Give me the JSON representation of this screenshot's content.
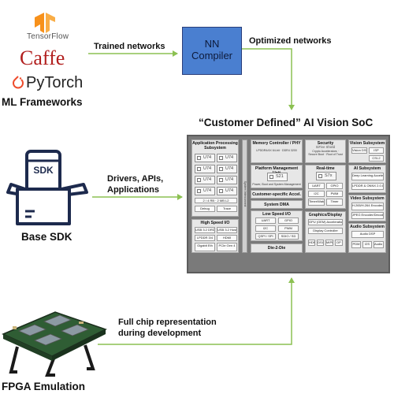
{
  "frameworks": {
    "tensorflow": "TensorFlow",
    "caffe": "Caffe",
    "pytorch": "PyTorch",
    "caption": "ML Frameworks"
  },
  "edges": {
    "trained": "Trained networks",
    "optimized": "Optimized networks",
    "drivers_lines": [
      "Drivers, APIs,",
      "Applications"
    ],
    "fullchip_lines": [
      "Full chip representation",
      "during development"
    ]
  },
  "compiler_lines": [
    "NN",
    "Compiler"
  ],
  "soc": {
    "title": "“Customer Defined” AI Vision SoC",
    "app_proc": {
      "title": "Application Processing",
      "title2": "Subsystem",
      "cores": [
        "U74",
        "U74",
        "U74",
        "U74",
        "U74",
        "U74",
        "U74",
        "U74"
      ],
      "bottom": [
        "Debug",
        "Trace"
      ],
      "l2": "2 / 4 RB · 2 MB L2"
    },
    "high_speed": {
      "title": "High Speed I/O",
      "cells": [
        "USB 3.2 DRD",
        "USB 3.2 Host",
        "LPDDR 3/4",
        "HDMI",
        "Gigabit Eth",
        "PCIe Gen 4"
      ]
    },
    "mem_ctrl": {
      "title": "Memory Controller / PHY",
      "sub": "LPDDR4/4X 64-bit · DDR4 3200"
    },
    "platform": {
      "title": "Platform Management Unit",
      "core": "S21",
      "sub": "Power, Boot and System Management"
    },
    "custom_accel": "Customer-specific Accel.",
    "system_dma": "System DMA",
    "low_speed": {
      "title": "Low Speed I/O",
      "cells": [
        "UART",
        "GPIO",
        "I2C",
        "PWM",
        "QSPI / SPI",
        "SDIO / SD"
      ]
    },
    "die2die": "Die-2-Die",
    "security": {
      "title": "Security",
      "brand": "SiFive Shield",
      "sub": "Crypto Accelerators · Secure Boot · Root of Trust"
    },
    "realtime": {
      "title": "Real-time",
      "core": "S7x",
      "cells": [
        "UART",
        "GPIO",
        "I2C",
        "PWM",
        "Timer/Watchdog",
        "Timer"
      ]
    },
    "graphics": {
      "title": "Graphics/Display",
      "cells": [
        "GPU (OEM) Acceleration",
        "Display Controller",
        "HDMI",
        "DSI",
        "MIPI",
        "DP"
      ]
    },
    "vision": {
      "title": "Vision Subsystem",
      "cells": [
        "Vision DSP",
        "ISP",
        "CSI-2"
      ]
    },
    "ai": {
      "title": "AI Subsystem",
      "cells": [
        "Deep Learning Accelerator",
        "LPDDR & ONNX 2.0 Accel."
      ]
    },
    "video": {
      "title": "Video Subsystem",
      "cells": [
        "H.265/H.264 Encoder/Decoder",
        "JPEG Encoder/Decoder"
      ]
    },
    "audio": {
      "title": "Audio Subsystem",
      "cells": [
        "Audio DSP",
        "PDM",
        "I2S",
        "Audio DAC"
      ]
    },
    "side_label": "System Interconnect"
  },
  "base_sdk": {
    "icon_text": "SDK",
    "caption": "Base SDK"
  },
  "fpga": {
    "caption": "FPGA Emulation"
  },
  "colors": {
    "arrow": "#8cc152",
    "compiler_fill": "#4a7fd0",
    "compiler_border": "#2a3e7a",
    "tensorflow_orange": "#f7911b",
    "caffe_red": "#b2201f",
    "sdk_navy": "#1d2a4d"
  }
}
